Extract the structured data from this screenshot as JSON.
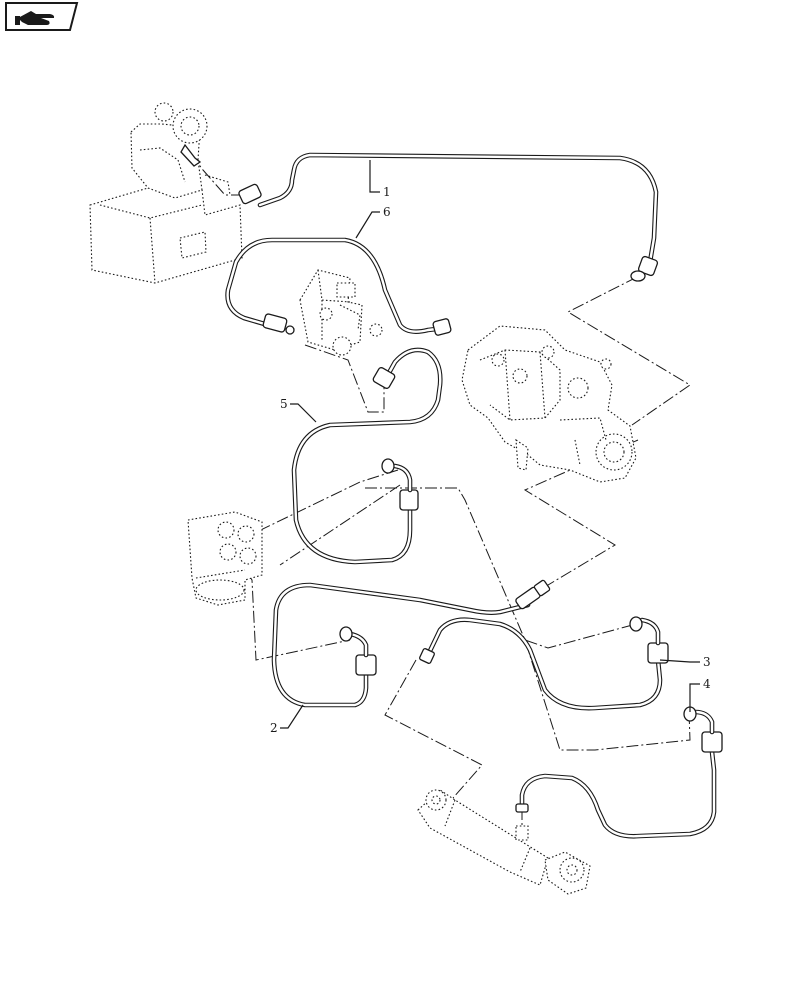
{
  "toolbar": {
    "nav_icon": "hand-pointing-right-icon"
  },
  "callouts": [
    {
      "id": "1",
      "label": "1"
    },
    {
      "id": "2",
      "label": "2"
    },
    {
      "id": "3",
      "label": "3"
    },
    {
      "id": "4",
      "label": "4"
    },
    {
      "id": "5",
      "label": "5"
    },
    {
      "id": "6",
      "label": "6"
    }
  ],
  "colors": {
    "line": "#1a1a1a",
    "background": "#ffffff"
  }
}
